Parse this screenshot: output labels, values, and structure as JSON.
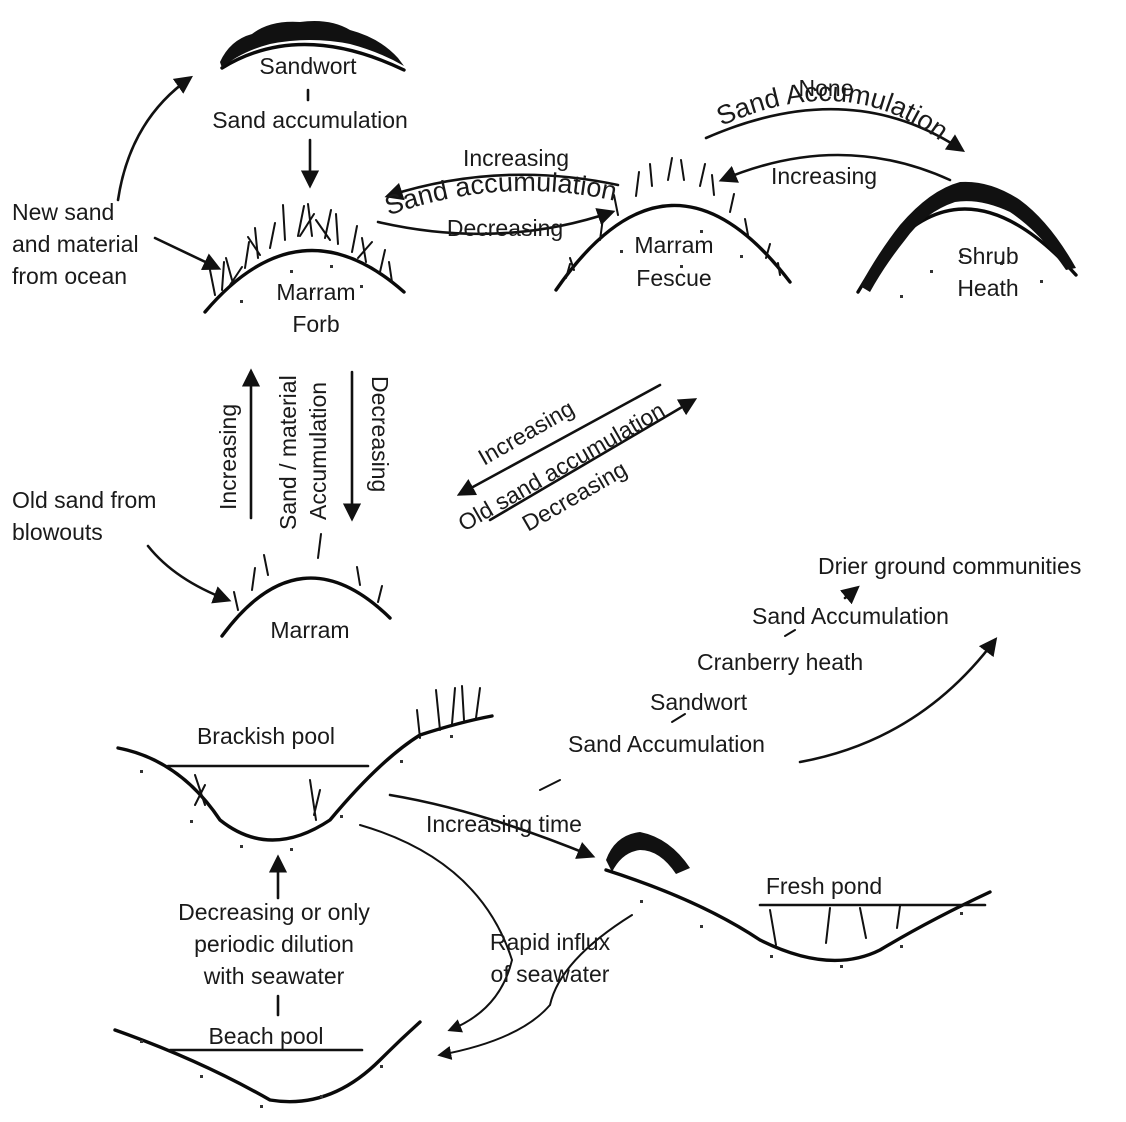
{
  "labels": {
    "sandwort_top": "Sandwort",
    "sand_accumulation_top": "Sand accumulation",
    "new_sand": [
      "New sand",
      "and material",
      "from ocean"
    ],
    "marram_forb": [
      "Marram",
      "Forb"
    ],
    "increasing_a": "Increasing",
    "sand_accumulation_mid": "Sand accumulation",
    "decreasing_a": "Decreasing",
    "marram_fescue": [
      "Marram",
      "Fescue"
    ],
    "none": "None",
    "sand_accumulation_right": "Sand Accumulation",
    "increasing_b": "Increasing",
    "shrub_heath": [
      "Shrub",
      "Heath"
    ],
    "vert_increasing": "Increasing",
    "vert_sand_material": "Sand / material",
    "vert_accumulation": "Accumulation",
    "vert_decreasing": "Decreasing",
    "diag_increasing": "Increasing",
    "diag_old_sand": "Old sand accumulation",
    "diag_decreasing": "Decreasing",
    "old_sand": [
      "Old sand from",
      "blowouts"
    ],
    "marram_bottom": "Marram",
    "drier_ground": "Drier ground communities",
    "sand_accumulation_chain_top": "Sand Accumulation",
    "cranberry_heath": "Cranberry heath",
    "sandwort_chain": "Sandwort",
    "sand_accumulation_chain_bottom": "Sand Accumulation",
    "brackish_pool": "Brackish pool",
    "increasing_time": "Increasing time",
    "fresh_pond": "Fresh pond",
    "decreasing_dilution": [
      "Decreasing or only",
      "periodic dilution",
      "with seawater"
    ],
    "rapid_influx": [
      "Rapid influx",
      "of seawater"
    ],
    "beach_pool": "Beach pool"
  }
}
